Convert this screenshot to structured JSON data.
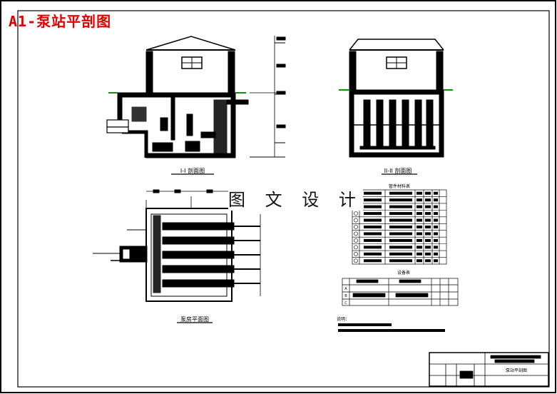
{
  "sheet": {
    "title": "A1-泵站平剖图",
    "watermark": "图 文 设 计",
    "accent_color": "#e00000",
    "line_color": "#000000",
    "ground_color": "#009900"
  },
  "views": {
    "section_1": {
      "caption": "I-I 剖面图"
    },
    "section_2": {
      "caption": "II-II 剖面图"
    },
    "plan": {
      "caption": "泵房平面图"
    }
  },
  "tables": {
    "materials": {
      "title": "管件材料表",
      "row_count": 11
    },
    "equipment": {
      "title": "设备表",
      "rows": [
        "A",
        "B",
        "C"
      ]
    }
  },
  "notes": {
    "heading": "说明："
  },
  "title_block": {
    "drawing_name": "泵站平剖图"
  }
}
